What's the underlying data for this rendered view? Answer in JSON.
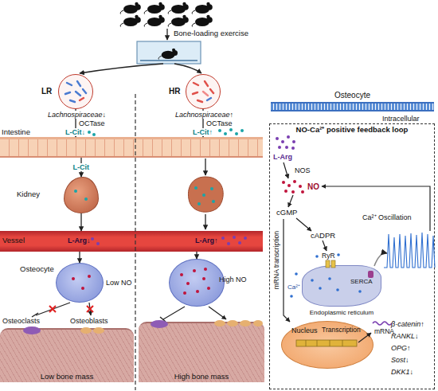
{
  "diagram": {
    "nodes": [
      {
        "text": [
          "LR"
        ]
      },
      {
        "text": [
          "HR"
        ]
      },
      {
        "text": [
          "Intestine"
        ]
      },
      {
        "text": [
          "Kidney"
        ]
      },
      {
        "text": [
          "Vessel"
        ]
      },
      {
        "text": [
          "Osteocyte",
          "Low NO"
        ]
      },
      {
        "text": [
          "High NO"
        ]
      },
      {
        "text": [
          "Low bone mass"
        ]
      },
      {
        "text": [
          "High bone mass"
        ]
      },
      {
        "text": [
          "Osteocyte",
          "Intracellular"
        ]
      },
      {
        "text": [
          "NO-Ca²⁺ positive feedback loop"
        ]
      },
      {
        "text": [
          "Endoplasmic reticulum"
        ],
        "in": 10
      },
      {
        "text": [
          "Nucleus"
        ],
        "in": 10
      }
    ],
    "edges": [
      {
        "from": 0,
        "to": 2,
        "arrow": "to"
      },
      {
        "from": 1,
        "to": 2,
        "arrow": "to"
      },
      {
        "from": 2,
        "to": 3,
        "label": "L-Cit",
        "arrow": "to"
      },
      {
        "from": 3,
        "to": 4,
        "arrow": "to"
      },
      {
        "from": 4,
        "to": 5,
        "arrow": "to"
      },
      {
        "from": 4,
        "to": 6,
        "arrow": "to"
      }
    ],
    "labels": [
      "Bone-loading exercise",
      "Lachnospiraceae↓",
      "Lachnospiraceae↑",
      "OCTase",
      "OCTase",
      "L-Cit↓",
      "L-Cit↑",
      "L-Arg↓",
      "L-Arg↑",
      "Osteoclasts",
      "Osteoblasts",
      "L-Arg",
      "NOS",
      "NO",
      "cGMP",
      "cADPR",
      "RyR",
      "SERCA",
      "Ca²⁺",
      "Ca²⁺ Oscillation",
      "mRNA transcription",
      "Transcription",
      "mRNA",
      "β-catenin↑",
      "RANKL↓",
      "OPG↑",
      "Sost↓",
      "DKK1↓"
    ]
  }
}
